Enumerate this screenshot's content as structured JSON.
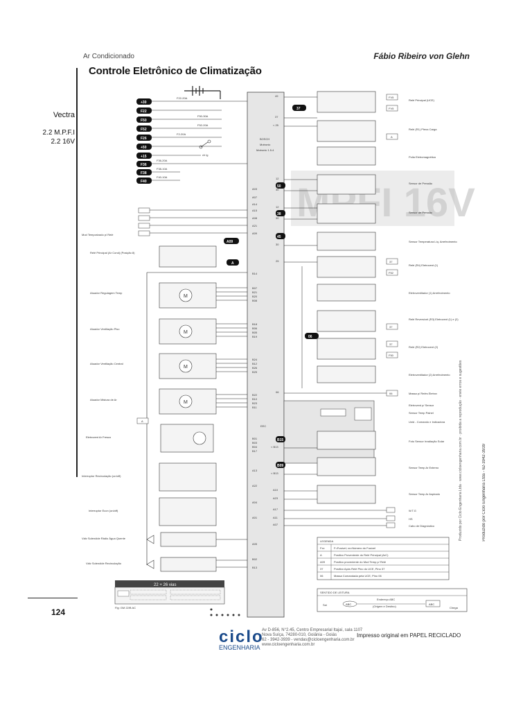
{
  "header": {
    "section": "Ar Condicionado",
    "author": "Fábio Ribeiro von Glehn",
    "title": "Controle Eletrônico de Climatização"
  },
  "vehicle": {
    "model": "Vectra",
    "engine1": "2.2 M.P.F.I",
    "engine2": "2.2 16V"
  },
  "page_number": "124",
  "ecu": {
    "label1": "BOSCH",
    "label2": "Motronic",
    "label3": "Motronic 1.5.4",
    "eec": "EEC"
  },
  "watermark": "MPFI 16V",
  "power_inputs": [
    {
      "id": "+30",
      "fuse": "F22-20A"
    },
    {
      "id": "F22",
      "fuse": "F22-20A"
    },
    {
      "id": "F50",
      "fuse": "F50-30A"
    },
    {
      "id": "F52",
      "fuse": "F52-20A"
    },
    {
      "id": "F26",
      "fuse": "F2-20A"
    },
    {
      "id": "+50",
      "fuse": "FV1-50A"
    },
    {
      "id": "+15",
      "fuse": "F36-20A"
    },
    {
      "id": "F36",
      "fuse": "F36-20A"
    },
    {
      "id": "F38",
      "fuse": "F38-10A"
    },
    {
      "id": "F40",
      "fuse": "F40-10A"
    }
  ],
  "left_components": [
    {
      "label": "Mod Temporizado p/ Relé"
    },
    {
      "label": "Relé Principal (Ar Cond) (Posição 8)"
    },
    {
      "label": "Atuador Regulagem Temp"
    },
    {
      "label": "Atuador Ventilação Piso"
    },
    {
      "label": "Atuador Ventilação Central"
    },
    {
      "label": "Atuador Mistura de Ar"
    },
    {
      "label": "Eletrovent Ar Fresco"
    },
    {
      "label": "Interruptor Recirculação (on/off)"
    },
    {
      "label": "Interruptor Econ (on/off)"
    },
    {
      "label": "Válv Solenóide Rádio Água Quente"
    },
    {
      "label": "Válv Solenóide Recirculação"
    }
  ],
  "right_components": [
    {
      "label": "Relé Principal (UCE)"
    },
    {
      "label": "Relé (R1) Plena Carga"
    },
    {
      "label": "Polia Eletromagnética"
    },
    {
      "label": "Sensor de Pressão"
    },
    {
      "label": "Sensor de Pressão"
    },
    {
      "label": "Sensor Temperatura Líq. Arrefecimento"
    },
    {
      "label": "Relé (R4) Eletrovent (1)"
    },
    {
      "label": "Eletroventilador (1) Arrefecimento"
    },
    {
      "label": "Relé Reversível (R3) Eletrovent (1) e (2)"
    },
    {
      "label": "Relé (R2) Eletrovent (2)"
    },
    {
      "label": "Eletroventilador (2) Arrefecimento"
    },
    {
      "label": "Massa p/ Relés Eletrov"
    },
    {
      "label": "Eletrovent p/ Sensor"
    },
    {
      "label": "Sensor Temp Painel"
    },
    {
      "label": "Unid - Comando e Indicadora"
    },
    {
      "label": "Foto Sensor Irradiação Solar"
    },
    {
      "label": "Sensor Temp Ar Externo"
    },
    {
      "label": "Sensor Temp Ar Aspirado"
    },
    {
      "label": "W.T.G"
    },
    {
      "label": "HS"
    },
    {
      "label": "Cabo de Diagnóstico"
    }
  ],
  "ecu_pins_left": [
    "A03",
    "A07",
    "A14",
    "A15",
    "A08",
    "A21",
    "A09",
    "B14",
    "B07",
    "B21",
    "B20",
    "B08",
    "B18",
    "B06",
    "B05",
    "B19",
    "B24",
    "B12",
    "B26",
    "B25",
    "B22",
    "B10",
    "B23",
    "B11",
    "B01",
    "B03",
    "B04",
    "B17",
    "A13",
    "A22",
    "A04",
    "A01",
    "A05",
    "B02",
    "B13"
  ],
  "ecu_pins_right": [
    "49",
    "37",
    "< 25",
    "12",
    "30",
    "45",
    "30",
    "25",
    "06",
    "B15",
    "< B13",
    "B09",
    "< B13",
    "A10",
    "A23",
    "A17",
    "A11",
    "A07"
  ],
  "connector": {
    "title": "22 + 26 vias",
    "caption": "Fig: GM 22/B AC"
  },
  "legend": {
    "title": "LEGENDA",
    "rows": [
      {
        "key": "Fxx",
        "text": "F=Fusível; xx=Número do Fusível"
      },
      {
        "key": "A",
        "text": "Positivo Proveniente do Relé Principal (ArC)"
      },
      {
        "key": "A09",
        "text": "Positivo proveniente do Mod Temp p/ Relé"
      },
      {
        "key": "37",
        "text": "Positivo Após Relé Pino do UCE, Pino 37"
      },
      {
        "key": "06",
        "text": "Massa Comandada pela UCE, Pino 06"
      }
    ]
  },
  "reading": {
    "title": "SENTIDO DE LEITURA",
    "from": "Sai",
    "box1": "ABC",
    "middle1": "Endereço ABC",
    "middle2": "(Origem e Destino)",
    "box2": "ABC",
    "to": "Chega"
  },
  "side_notes": {
    "vertical_small": "Produzido por Ciclo Engenharia Ltda · www.cicloengenharia.com.br · proibida a reprodução · envie erros e sugestões",
    "vertical_right": "Produzido por Ciclo Engenharia Ltda - 62-3942-3939"
  },
  "footer": {
    "logo": "ciclo",
    "logo_sub": "ENGENHARIA",
    "address1": "Av D-856, N°2.45, Centro Empresarial Itajaí, sala 1107",
    "address2": "Nova Suíça, 74280-010, Goiânia - Goiás",
    "address3": "62 - 3942-3939 - vendas@cicloengenharia.com.br",
    "address4": "www.cicloengenharia.com.br",
    "printed": "Impresso original em PAPEL RECICLADO"
  }
}
